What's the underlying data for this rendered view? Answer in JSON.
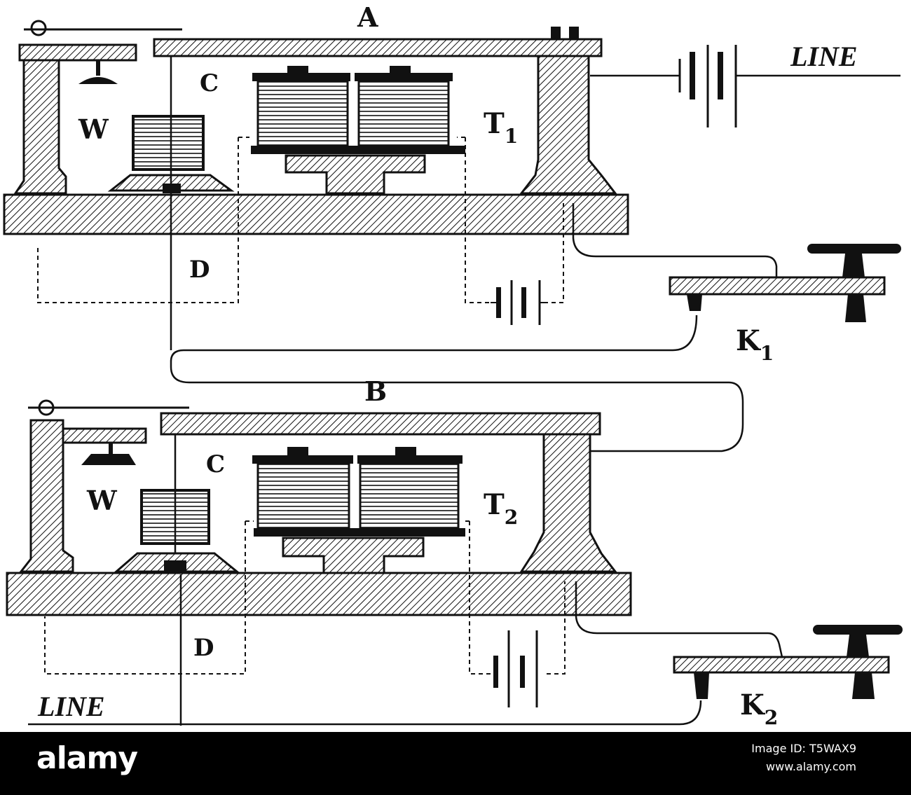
{
  "diagram": {
    "labels": {
      "A": "A",
      "B": "B",
      "C1": "C",
      "C2": "C",
      "W1": "W",
      "W2": "W",
      "D1": "D",
      "D2": "D",
      "T1_letter": "T",
      "T1_sub": "1",
      "T2_letter": "T",
      "T2_sub": "2",
      "K1_letter": "K",
      "K1_sub": "1",
      "K2_letter": "K",
      "K2_sub": "2",
      "line_top": "LINE",
      "line_bottom": "LINE"
    }
  },
  "footer": {
    "brand": "alamy",
    "image_id": "Image ID: T5WAX9",
    "site": "www.alamy.com"
  }
}
